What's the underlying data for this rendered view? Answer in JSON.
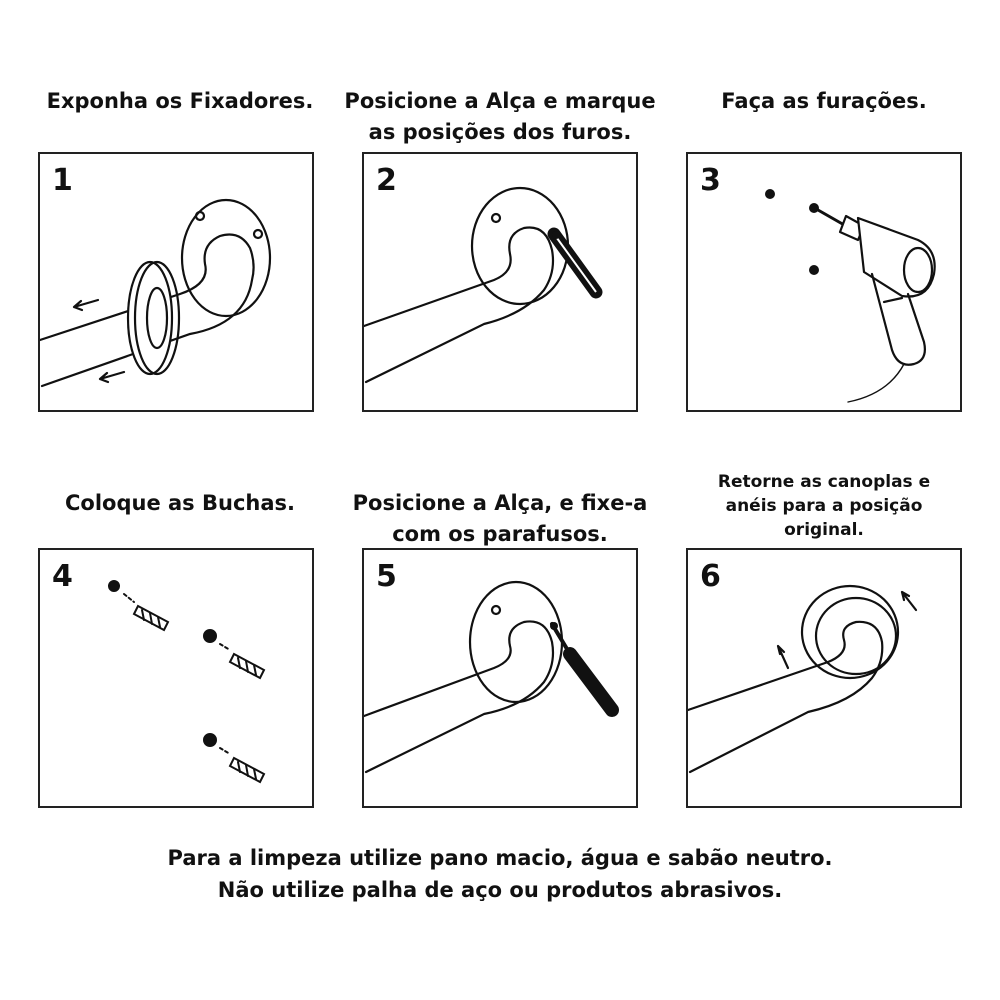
{
  "steps": [
    {
      "number": "1",
      "caption_lines": [
        "Exponha os Fixadores."
      ],
      "icon": "pull-back-cover-icon"
    },
    {
      "number": "2",
      "caption_lines": [
        "Posicione a Alça e marque",
        "as posições dos furos."
      ],
      "icon": "pencil-mark-icon"
    },
    {
      "number": "3",
      "caption_lines": [
        "Faça as furações."
      ],
      "icon": "drill-icon"
    },
    {
      "number": "4",
      "caption_lines": [
        "Coloque as Buchas."
      ],
      "icon": "wall-plug-icon"
    },
    {
      "number": "5",
      "caption_lines": [
        "Posicione a Alça, e fixe-a",
        "com os parafusos."
      ],
      "icon": "screwdriver-icon"
    },
    {
      "number": "6",
      "caption_lines": [
        "Retorne as canoplas e",
        "anéis para a posição",
        "original."
      ],
      "icon": "return-cover-icon"
    }
  ],
  "footer": {
    "line1": "Para a limpeza utilize pano macio, água e sabão neutro.",
    "line2": "Não utilize palha de aço ou produtos abrasivos."
  }
}
